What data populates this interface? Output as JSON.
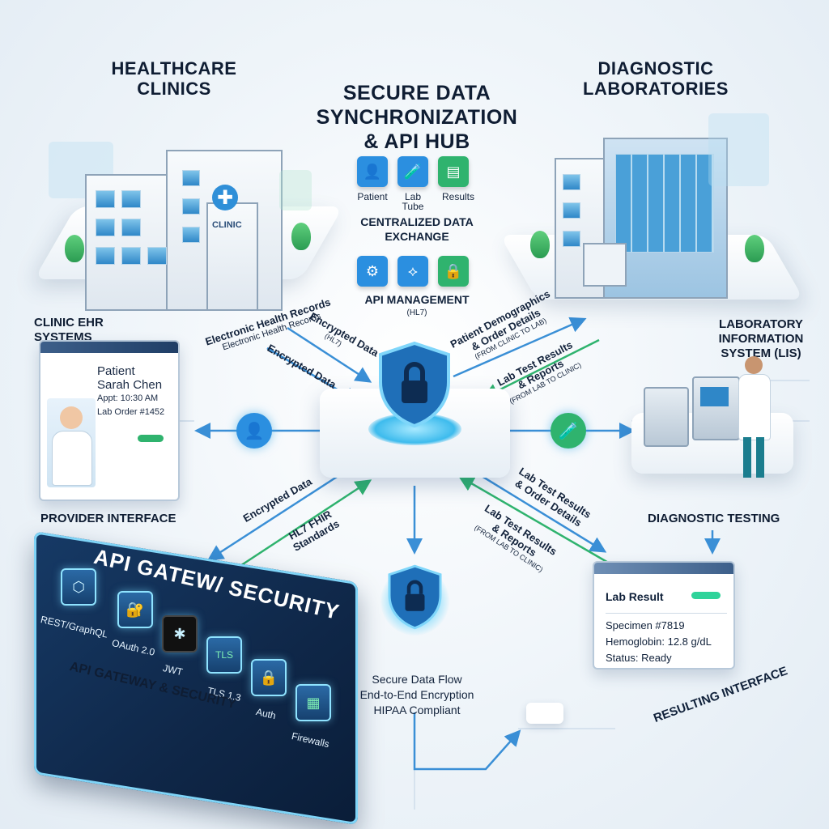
{
  "titles": {
    "clinics": "Healthcare Clinics",
    "hub": "Secure Data Synchronization & API Hub",
    "labs": "Diagnostic Laboratories"
  },
  "hub": {
    "top_icons": [
      {
        "label": "Patient",
        "icon": "person-icon",
        "color": "#2b8fe0"
      },
      {
        "label": "Lab Tube",
        "icon": "test-tube-icon",
        "color": "#2b8fe0"
      },
      {
        "label": "Results",
        "icon": "document-icon",
        "color": "#2fb36e"
      }
    ],
    "caption1": "Centralized Data Exchange",
    "mid_icons": [
      {
        "icon": "gear-icon",
        "color": "#2b8fe0"
      },
      {
        "icon": "share-nodes-icon",
        "color": "#2b8fe0"
      },
      {
        "icon": "lock-gear-icon",
        "color": "#2fb36e"
      }
    ],
    "caption2": "API Management",
    "caption2_sub": "(HL7)"
  },
  "left": {
    "ehr_label": "Clinic EHR Systems",
    "clinic_sign": "Clinic",
    "patient_card": {
      "line1": "Patient",
      "line2": "Sarah Chen",
      "line3": "Appt: 10:30 AM",
      "line4": "Lab Order #1452"
    },
    "provider_label": "Provider Interface"
  },
  "right": {
    "lis_label": "Laboratory Information System (LIS)",
    "testing_label": "Diagnostic Testing",
    "lab_result": {
      "title": "Lab Result",
      "line1": "Specimen #7819",
      "line2": "Hemoglobin: 12.8 g/dL",
      "line3": "Status: Ready"
    },
    "resulting_label": "Resulting Interface"
  },
  "flows": {
    "ehr1": "Electronic Health Records",
    "ehr2": "Electronic Health Records",
    "enc1": "Encrypted Data",
    "enc1_sub": "(HL7)",
    "enc2": "Encrypted Data",
    "demo": "Patient Demographics",
    "demo2": "& Order Details",
    "demo_sub": "(From Clinic to Lab)",
    "ltr1": "Lab Test Results",
    "ltr1b": "& Reports",
    "ltr1_sub": "(From Lab to Clinic)",
    "enc3": "Encrypted Data",
    "hl7": "HL7 FHIR",
    "hl7b": "Standards",
    "ltr2": "Lab Test Results",
    "ltr2b": "& Order Details",
    "ltr3": "Lab Test Results",
    "ltr3b": "& Reports",
    "ltr3_sub": "(From Lab to Clinic)"
  },
  "secure": {
    "line1": "Secure Data Flow",
    "line2": "End-to-End Encryption",
    "line3": "HIPAA Compliant"
  },
  "gateway": {
    "title": "API Gatew/ Security",
    "caption": "API Gateway & Security",
    "items": [
      {
        "label": "REST/GraphQL",
        "icon": "network-icon"
      },
      {
        "label": "OAuth 2.0",
        "icon": "oauth-lock-icon"
      },
      {
        "label": "JWT",
        "icon": "jwt-icon"
      },
      {
        "label": "TLS 1.3",
        "icon": "tls-badge-icon"
      },
      {
        "label": "Auth",
        "icon": "padlock-icon"
      },
      {
        "label": "Firewalls",
        "icon": "firewall-icon"
      }
    ],
    "tls_tile_text": "TLS"
  },
  "colors": {
    "accent_blue": "#2b8fe0",
    "accent_green": "#2fb36e",
    "shield": "#1f6fb8",
    "gateway_bg": "#163a66"
  }
}
